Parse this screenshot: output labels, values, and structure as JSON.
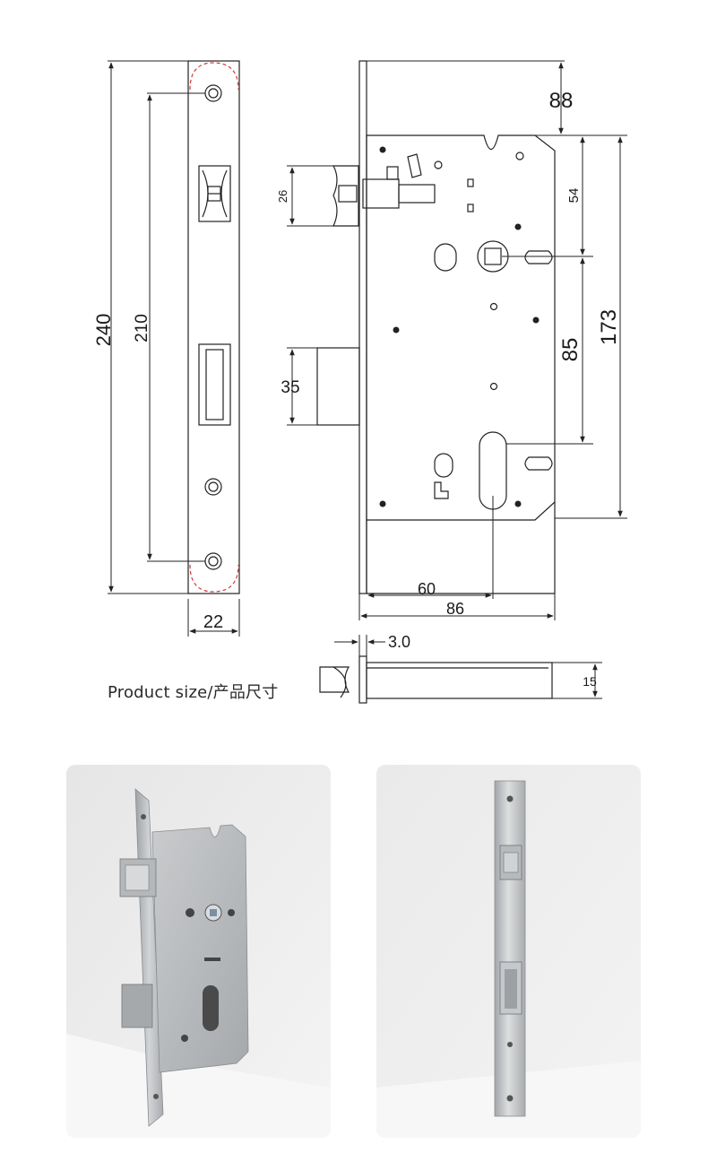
{
  "caption": "Product size/产品尺寸",
  "dimensions": {
    "faceplate_length": "240",
    "screw_spacing": "210",
    "faceplate_width": "22",
    "latch_height": "26",
    "deadbolt_height": "35",
    "top_offset": "88",
    "top_to_spindle": "54",
    "spindle_to_cylinder": "85",
    "case_height": "173",
    "backset": "60",
    "case_depth": "86",
    "faceplate_thickness": "3.0",
    "case_thickness": "15"
  },
  "colors": {
    "line": "#222222",
    "red_marker": "#d23a3a",
    "steel": "#b9bcbf",
    "photo_bg": "#ececec"
  },
  "icons": [
    "mortise-lock-body-photo",
    "faceplate-photo"
  ]
}
